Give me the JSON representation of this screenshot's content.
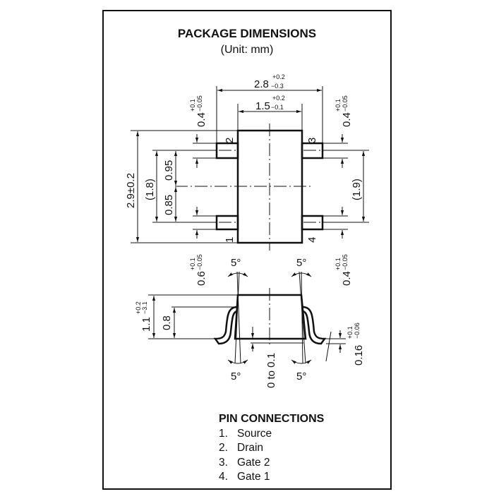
{
  "header": {
    "title": "PACKAGE DIMENSIONS",
    "unit": "(Unit: mm)"
  },
  "top_view": {
    "overall_width": {
      "value": "2.8",
      "tol_plus": "+0.2",
      "tol_minus": "−0.3"
    },
    "body_width": {
      "value": "1.5",
      "tol_plus": "+0.2",
      "tol_minus": "−0.1"
    },
    "overall_length": {
      "value": "2.9±0.2"
    },
    "pin_pitch_outer": {
      "value": "(1.8)"
    },
    "pin_pitch_upper": {
      "value": "0.95"
    },
    "pin_pitch_lower": {
      "value": "0.85"
    },
    "right_pitch": {
      "value": "(1.9)"
    },
    "pin_width_left": {
      "value": "0.4",
      "tol_plus": "+0.1",
      "tol_minus": "−0.05"
    },
    "pin_width_right_top": {
      "value": "0.4",
      "tol_plus": "+0.1",
      "tol_minus": "−0.05"
    },
    "pin_width_left_bottom": {
      "value": "0.6",
      "tol_plus": "+0.1",
      "tol_minus": "−0.05"
    },
    "pin_width_right_bottom": {
      "value": "0.4",
      "tol_plus": "+0.1",
      "tol_minus": "−0.05"
    },
    "pin_numbers": [
      "1",
      "2",
      "3",
      "4"
    ]
  },
  "side_view": {
    "total_height": {
      "value": "1.1",
      "tol_plus": "+0.2",
      "tol_minus": "−3.1"
    },
    "body_height": {
      "value": "0.8"
    },
    "standoff": {
      "value": "0 to 0.1"
    },
    "lead_thickness": {
      "value": "0.16",
      "tol_plus": "+0.1",
      "tol_minus": "−0.06"
    },
    "angles": [
      "5°",
      "5°",
      "5°",
      "5°"
    ]
  },
  "pin_connections": {
    "title": "PIN CONNECTIONS",
    "items": [
      {
        "num": "1.",
        "name": "Source"
      },
      {
        "num": "2.",
        "name": "Drain"
      },
      {
        "num": "3.",
        "name": "Gate 2"
      },
      {
        "num": "4.",
        "name": "Gate 1"
      }
    ]
  }
}
